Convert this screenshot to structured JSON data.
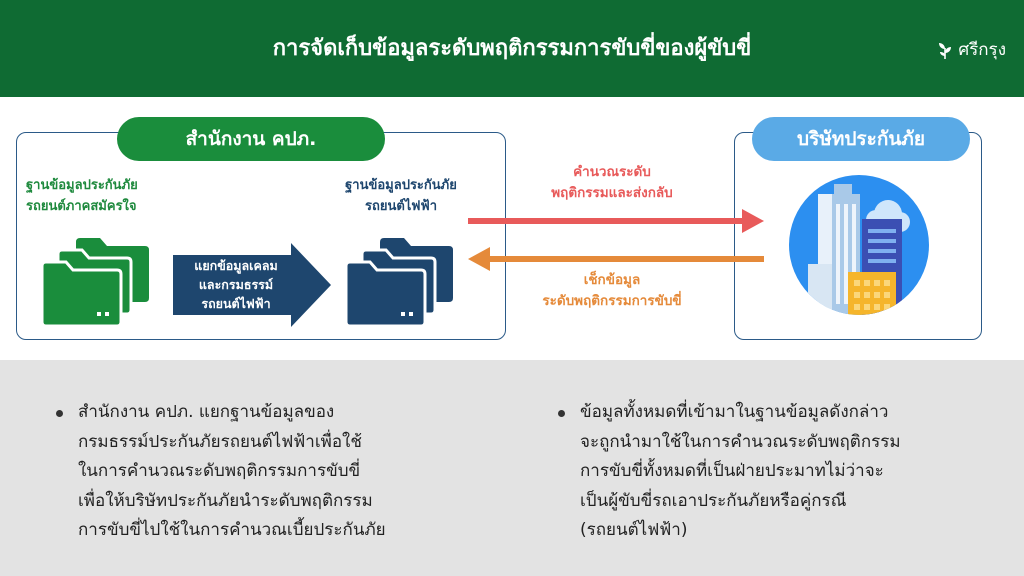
{
  "header": {
    "title": "การจัดเก็บข้อมูลระดับพฤติกรรมการขับขี่ของผู้ขับขี่",
    "brand": "ศรีกรุง",
    "bg_color": "#0f6b33"
  },
  "left_panel": {
    "title": "สำนักงาน คปภ.",
    "source_label": [
      "ฐานข้อมูลประกันภัย",
      "รถยนต์ภาคสมัครใจ"
    ],
    "process_label": [
      "แยกข้อมูลเคลม",
      "และกรมธรรม์",
      "รถยนต์ไฟฟ้า"
    ],
    "target_label": [
      "ฐานข้อมูลประกันภัย",
      "รถยนต์ไฟฟ้า"
    ],
    "source_icon": "folders-icon",
    "target_icon": "folders-icon",
    "colors": {
      "green": "#1a8d3c",
      "navy": "#1e466e"
    }
  },
  "flows": {
    "to_insurer": [
      "คำนวณระดับ",
      "พฤติกรรมและส่งกลับ"
    ],
    "to_oic": [
      "เช็กข้อมูล",
      "ระดับพฤติกรรมการขับขี่"
    ],
    "colors": {
      "red": "#e85a5a",
      "orange": "#e58a3a"
    }
  },
  "right_panel": {
    "title": "บริษัทประกันภัย",
    "icon": "city-buildings-icon",
    "color": "#5aaae6"
  },
  "bullets": {
    "left": [
      "สำนักงาน คปภ. แยกฐานข้อมูลของ",
      "กรมธรรม์ประกันภัยรถยนต์ไฟฟ้าเพื่อใช้",
      "ในการคำนวณระดับพฤติกรรมการขับขี่",
      "เพื่อให้บริษัทประกันภัยนำระดับพฤติกรรม",
      "การขับขี่ไปใช้ในการคำนวณเบี้ยประกันภัย"
    ],
    "right": [
      "ข้อมูลทั้งหมดที่เข้ามาในฐานข้อมูลดังกล่าว",
      "จะถูกนำมาใช้ในการคำนวณระดับพฤติกรรม",
      "การขับขี่ทั้งหมดที่เป็นฝ่ายประมาทไม่ว่าจะ",
      "เป็นผู้ขับขี่รถเอาประกันภัยหรือคู่กรณี",
      "(รถยนต์ไฟฟ้า)"
    ]
  }
}
